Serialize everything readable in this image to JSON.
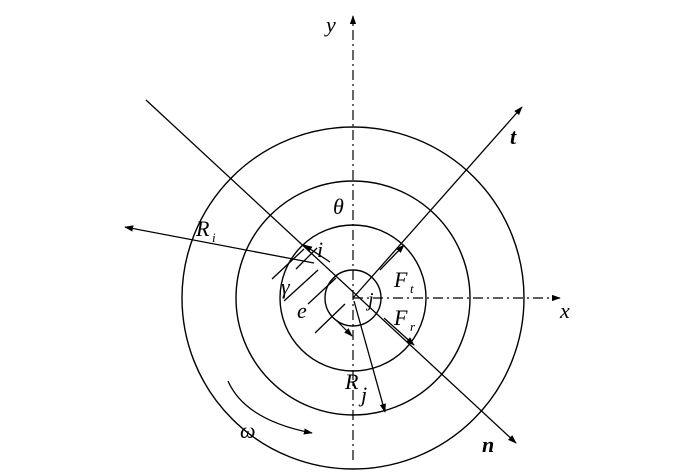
{
  "labels": {
    "y": "y",
    "x": "x",
    "t": "t",
    "n": "n",
    "theta": "θ",
    "Ri_main": "R",
    "Ri_sub": "i",
    "i": "i",
    "gamma": "γ",
    "e": "e",
    "j": "j",
    "Ft_main": "F",
    "Ft_sub": "t",
    "Fr_main": "F",
    "Fr_sub": "r",
    "Rj_main": "R",
    "Rj_sub": "j",
    "omega": "ω"
  },
  "colors": {
    "stroke": "#000000",
    "background": "#ffffff"
  }
}
